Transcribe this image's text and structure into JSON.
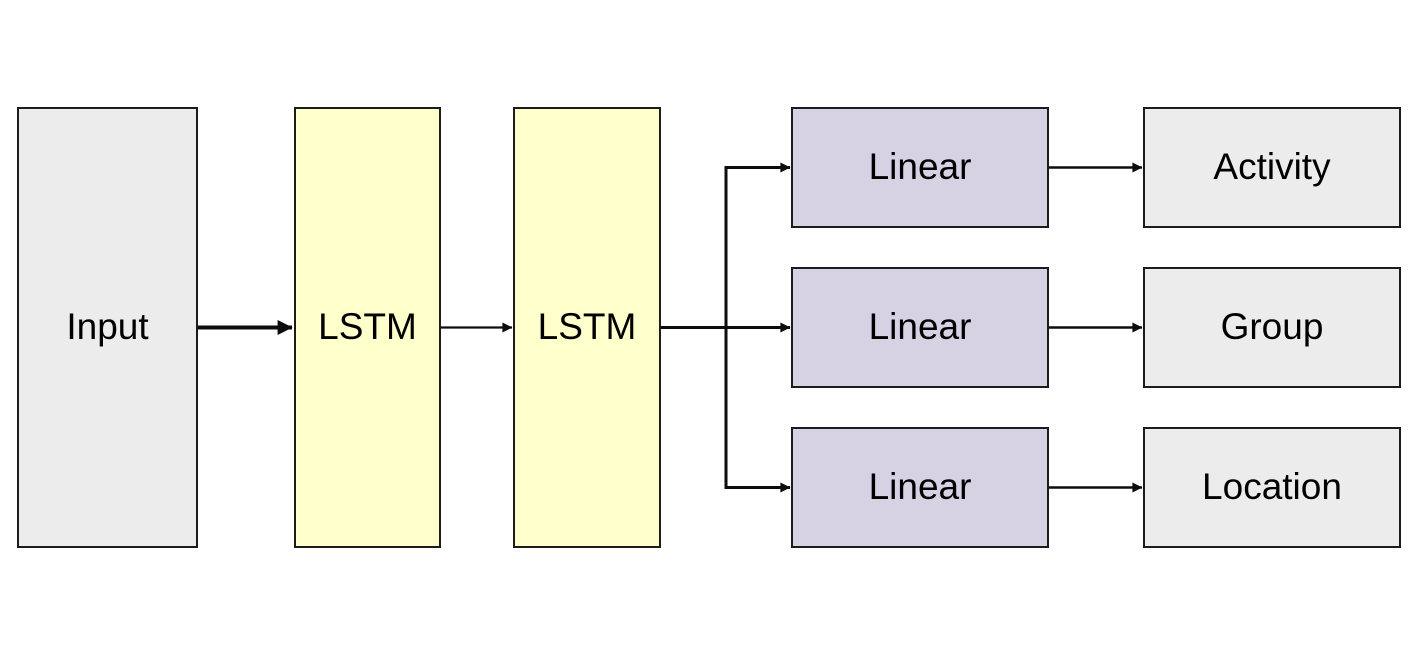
{
  "diagram": {
    "type": "flowchart",
    "description_visible_text_only": "Input LSTM LSTM Linear Linear Linear Activity Group Location",
    "colors": {
      "io_fill": "#ececec",
      "lstm_fill": "#ffffcc",
      "linear_fill": "#d6d2e4",
      "border": "#1c1c1c",
      "arrow": "#0d0d0d",
      "background": "#ffffff",
      "text": "#000000"
    },
    "nodes": [
      {
        "id": "input",
        "label": "Input"
      },
      {
        "id": "lstm-1",
        "label": "LSTM"
      },
      {
        "id": "lstm-2",
        "label": "LSTM"
      },
      {
        "id": "linear-activity",
        "label": "Linear"
      },
      {
        "id": "linear-group",
        "label": "Linear"
      },
      {
        "id": "linear-location",
        "label": "Linear"
      },
      {
        "id": "output-activity",
        "label": "Activity"
      },
      {
        "id": "output-group",
        "label": "Group"
      },
      {
        "id": "output-location",
        "label": "Location"
      }
    ],
    "edges": [
      {
        "from": "input",
        "to": "lstm-1",
        "style": "thick-arrow"
      },
      {
        "from": "lstm-1",
        "to": "lstm-2",
        "style": "thin-arrow"
      },
      {
        "from": "lstm-2",
        "to": "linear-activity",
        "style": "elbow-arrow"
      },
      {
        "from": "lstm-2",
        "to": "linear-group",
        "style": "straight-arrow"
      },
      {
        "from": "lstm-2",
        "to": "linear-location",
        "style": "elbow-arrow"
      },
      {
        "from": "linear-activity",
        "to": "output-activity",
        "style": "arrow"
      },
      {
        "from": "linear-group",
        "to": "output-group",
        "style": "arrow"
      },
      {
        "from": "linear-location",
        "to": "output-location",
        "style": "arrow"
      }
    ]
  }
}
